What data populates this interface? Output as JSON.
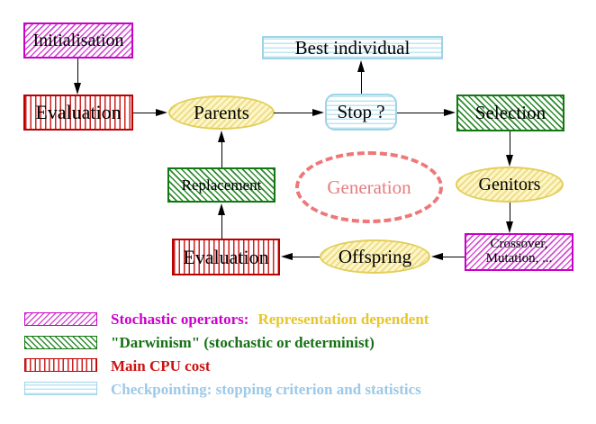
{
  "nodes": {
    "initialisation": {
      "label": "Initialisation",
      "style": "magenta-diagonal-hatch"
    },
    "evaluation_top": {
      "label": "Evaluation",
      "style": "red-vertical-stripes"
    },
    "parents": {
      "label": "Parents",
      "style": "yellow-hatched-ellipse"
    },
    "best_individual": {
      "label": "Best individual",
      "style": "cyan-horizontal-stripes"
    },
    "stop": {
      "label": "Stop ?",
      "style": "cyan-horizontal-stripes-rounded"
    },
    "selection": {
      "label": "Selection",
      "style": "green-diagonal-hatch"
    },
    "replacement": {
      "label": "Replacement",
      "style": "green-diagonal-hatch"
    },
    "generation": {
      "label": "Generation",
      "style": "salmon-dashed-ellipse"
    },
    "genitors": {
      "label": "Genitors",
      "style": "yellow-hatched-ellipse"
    },
    "evaluation_bottom": {
      "label": "Evaluation",
      "style": "red-vertical-stripes"
    },
    "offspring": {
      "label": "Offspring",
      "style": "yellow-hatched-ellipse"
    },
    "crossover_mutation": {
      "line1": "Crossover,",
      "line2": "Mutation, ...",
      "style": "magenta-diagonal-hatch"
    }
  },
  "edges": [
    {
      "from": "initialisation",
      "to": "evaluation_top",
      "direction": "down"
    },
    {
      "from": "evaluation_top",
      "to": "parents",
      "direction": "right"
    },
    {
      "from": "parents",
      "to": "stop",
      "direction": "right"
    },
    {
      "from": "stop",
      "to": "best_individual",
      "direction": "up"
    },
    {
      "from": "stop",
      "to": "selection",
      "direction": "right"
    },
    {
      "from": "selection",
      "to": "genitors",
      "direction": "down"
    },
    {
      "from": "genitors",
      "to": "crossover_mutation",
      "direction": "down"
    },
    {
      "from": "crossover_mutation",
      "to": "offspring",
      "direction": "left"
    },
    {
      "from": "offspring",
      "to": "evaluation_bottom",
      "direction": "left"
    },
    {
      "from": "evaluation_bottom",
      "to": "replacement",
      "direction": "up"
    },
    {
      "from": "replacement",
      "to": "parents",
      "direction": "up"
    }
  ],
  "legend": {
    "rows": [
      {
        "swatch": "magenta-diagonal-hatch",
        "text1": "Stochastic operators:",
        "text2": "Representation dependent"
      },
      {
        "swatch": "green-diagonal-hatch",
        "text1": "\"Darwinism\" (stochastic or determinist)",
        "text2": ""
      },
      {
        "swatch": "red-vertical-stripes",
        "text1": "Main CPU cost",
        "text2": ""
      },
      {
        "swatch": "cyan-horizontal-stripes",
        "text1": "Checkpointing: stopping criterion and statistics",
        "text2": ""
      }
    ]
  },
  "colors": {
    "magenta": "#cc00cc",
    "green": "#117711",
    "red": "#cc1111",
    "cyan_border": "#9fd3e6",
    "cyan_text": "#9cc9e9",
    "yellow_border": "#e2ce58",
    "yellow_fill": "#fdf7c8",
    "legend_yellow_text": "#e8c52a",
    "salmon_dashed": "#ee7777",
    "arrow": "#000000",
    "background": "#ffffff"
  }
}
